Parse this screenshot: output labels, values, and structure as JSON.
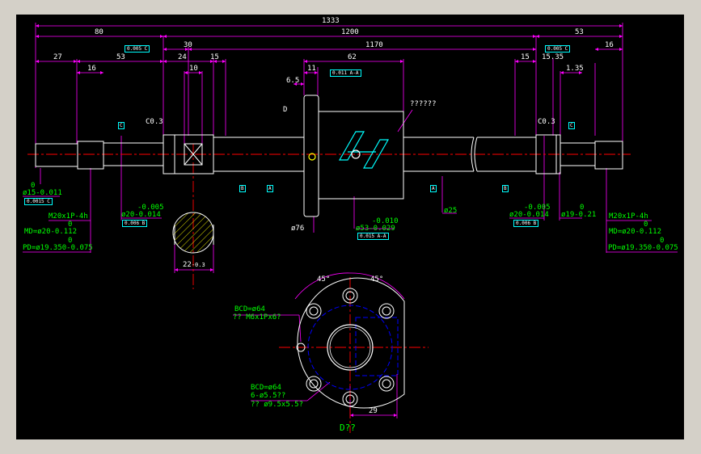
{
  "dims": {
    "overall": "1333",
    "left_end": "80",
    "main_span": "1200",
    "right_end": "53",
    "d30": "30",
    "d1170": "1170",
    "d27": "27",
    "d53": "53",
    "d24": "24",
    "d15a": "15",
    "d62": "62",
    "d15b": "15",
    "d16a": "16",
    "d16b": "16",
    "d10": "10",
    "d11": "11",
    "d6_5": "6.5",
    "d15_35": "15.35",
    "d1_35": "1.35",
    "d22": "22",
    "d22_tol": "-0.3",
    "d29": "29",
    "ang_left": "45°",
    "ang_right": "45°"
  },
  "labels": {
    "c03_left": "C0.3",
    "c03_right": "C0.3",
    "datum_d": "D",
    "unknown_q": "??????",
    "dia15_top": "0",
    "dia15": "ø15-0.011",
    "thread_left": "M20x1P-4h",
    "md_left_top": "0",
    "md_left": "MD=ø20-0.112",
    "pd_left_top": "0",
    "pd_left": "PD=ø19.350-0.075",
    "dia20_left_top": "-0.005",
    "dia20_left": "ø20-0.014",
    "dia76": "ø76",
    "dia53_top": "-0.010",
    "dia53": "ø53-0.029",
    "dia25": "ø25",
    "dia20_right_top": "-0.005",
    "dia20_right": "ø20-0.014",
    "dia19_top": "0",
    "dia19": "ø19-0.21",
    "thread_right": "M20x1P-4h",
    "md_right_top": "0",
    "md_right": "MD=ø20-0.112",
    "pd_right_top": "0",
    "pd_right": "PD=ø19.350-0.075",
    "bcd_top": "BCD=ø64",
    "bcd_top_hole": "?? M6x1Px6?",
    "bcd_bottom": "BCD=ø64",
    "bcd_bottom_holes": "6-ø5.5??",
    "bcd_bottom_cb": "?? ø9.5x5.5?",
    "view_label": "D??"
  },
  "tolerance_frames": {
    "tf_left_top": "0.005 C",
    "tf_center": "0.011 A-A",
    "tf_right_top": "0.005 C",
    "tf_dia15": "0.0015 C",
    "tf_dia20_left": "0.006 B",
    "tf_dia53": "0.015 A-A",
    "tf_dia20_right": "0.006 B"
  },
  "datums": {
    "a_left": "A",
    "a_right": "A",
    "b_left": "B",
    "b_right": "B",
    "c_left": "C",
    "c_right": "C"
  },
  "colors": {
    "background": "#000000",
    "window": "#d4d0c8",
    "outline": "#ffffff",
    "dimension": "#ff00ff",
    "text_green": "#00ff00",
    "center_line": "#ff0000",
    "hidden_blue": "#0000ff",
    "frame_cyan": "#00ffff",
    "hatch_yellow": "#ffff00"
  }
}
